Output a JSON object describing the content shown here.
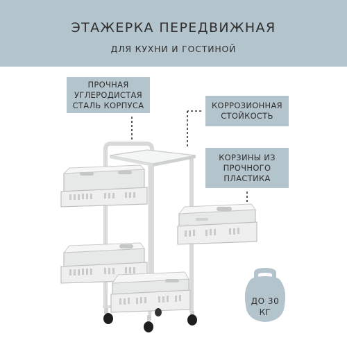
{
  "title": "ЭТАЖЕРКА ПЕРЕДВИЖНАЯ",
  "subtitle": "ДЛЯ КУХНИ И ГОСТИНОЙ",
  "callouts": {
    "steel": [
      "ПРОЧНАЯ",
      "УГЛЕРОДИСТАЯ",
      "СТАЛЬ КОРПУСА"
    ],
    "corrosion": [
      "КОРРОЗИОННАЯ",
      "СТОЙКОСТЬ"
    ],
    "baskets": [
      "КОРЗИНЫ ИЗ",
      "ПРОЧНОГО",
      "ПЛАСТИКА"
    ]
  },
  "weight": {
    "line1": "ДО 30",
    "line2": "КГ"
  },
  "colors": {
    "header_bg": "#b4c4cc",
    "text": "#2f2f2f",
    "product": "#e8e9e9"
  },
  "icons": {
    "weight": "kettlebell-icon"
  }
}
